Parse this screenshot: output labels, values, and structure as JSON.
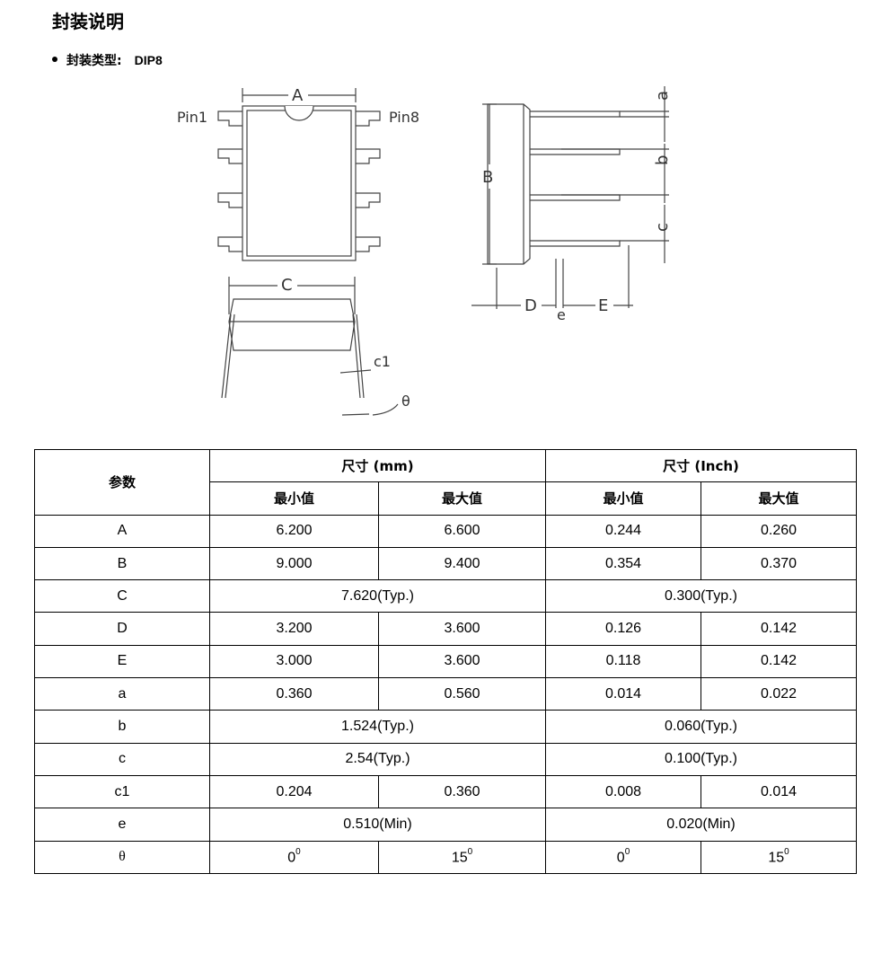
{
  "title": "封装说明",
  "package": {
    "label": "封装类型:",
    "value": "DIP8"
  },
  "drawing": {
    "labels": {
      "A": "A",
      "B": "B",
      "C": "C",
      "D": "D",
      "E": "E",
      "a": "a",
      "b": "b",
      "c": "c",
      "c1": "c1",
      "e": "e",
      "theta": "θ",
      "pin1": "Pin1",
      "pin8": "Pin8"
    }
  },
  "table": {
    "header": {
      "param": "参数",
      "mm": "尺寸 (mm)",
      "inch": "尺寸 (Inch)",
      "min": "最小值",
      "max": "最大值"
    },
    "rows": [
      {
        "param": "A",
        "mm_min": "6.200",
        "mm_max": "6.600",
        "in_min": "0.244",
        "in_max": "0.260"
      },
      {
        "param": "B",
        "mm_min": "9.000",
        "mm_max": "9.400",
        "in_min": "0.354",
        "in_max": "0.370"
      },
      {
        "param": "C",
        "mm": "7.620(Typ.)",
        "in": "0.300(Typ.)"
      },
      {
        "param": "D",
        "mm_min": "3.200",
        "mm_max": "3.600",
        "in_min": "0.126",
        "in_max": "0.142"
      },
      {
        "param": "E",
        "mm_min": "3.000",
        "mm_max": "3.600",
        "in_min": "0.118",
        "in_max": "0.142"
      },
      {
        "param": "a",
        "mm_min": "0.360",
        "mm_max": "0.560",
        "in_min": "0.014",
        "in_max": "0.022"
      },
      {
        "param": "b",
        "mm": "1.524(Typ.)",
        "in": "0.060(Typ.)"
      },
      {
        "param": "c",
        "mm": "2.54(Typ.)",
        "in": "0.100(Typ.)"
      },
      {
        "param": "c1",
        "mm_min": "0.204",
        "mm_max": "0.360",
        "in_min": "0.008",
        "in_max": "0.014"
      },
      {
        "param": "e",
        "mm": "0.510(Min)",
        "in": "0.020(Min)"
      },
      {
        "param": "θ",
        "mm_min": "0",
        "mm_max": "15",
        "in_min": "0",
        "in_max": "15",
        "sup": "0"
      }
    ]
  }
}
